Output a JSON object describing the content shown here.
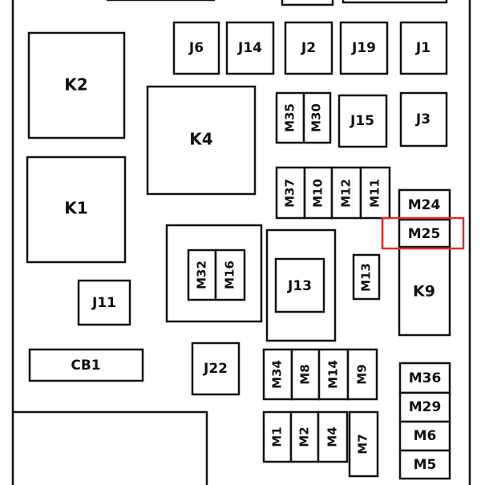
{
  "diagram": {
    "labels": {
      "K2": "K2",
      "K4": "K4",
      "K1": "K1",
      "K9": "K9",
      "J6": "J6",
      "J14": "J14",
      "J2": "J2",
      "J19": "J19",
      "J1": "J1",
      "J3": "J3",
      "J15": "J15",
      "J13": "J13",
      "J11": "J11",
      "J22": "J22",
      "CB1": "CB1",
      "M35": "M35",
      "M30": "M30",
      "M37": "M37",
      "M10": "M10",
      "M12": "M12",
      "M11": "M11",
      "M24": "M24",
      "M25": "M25",
      "M32": "M32",
      "M16": "M16",
      "M13": "M13",
      "M34": "M34",
      "M8": "M8",
      "M14": "M14",
      "M9": "M9",
      "M1": "M1",
      "M2": "M2",
      "M4": "M4",
      "M7": "M7",
      "M36": "M36",
      "M29": "M29",
      "M6": "M6",
      "M5": "M5"
    },
    "highlight_color": "#d8302f",
    "highlighted": "M25"
  }
}
